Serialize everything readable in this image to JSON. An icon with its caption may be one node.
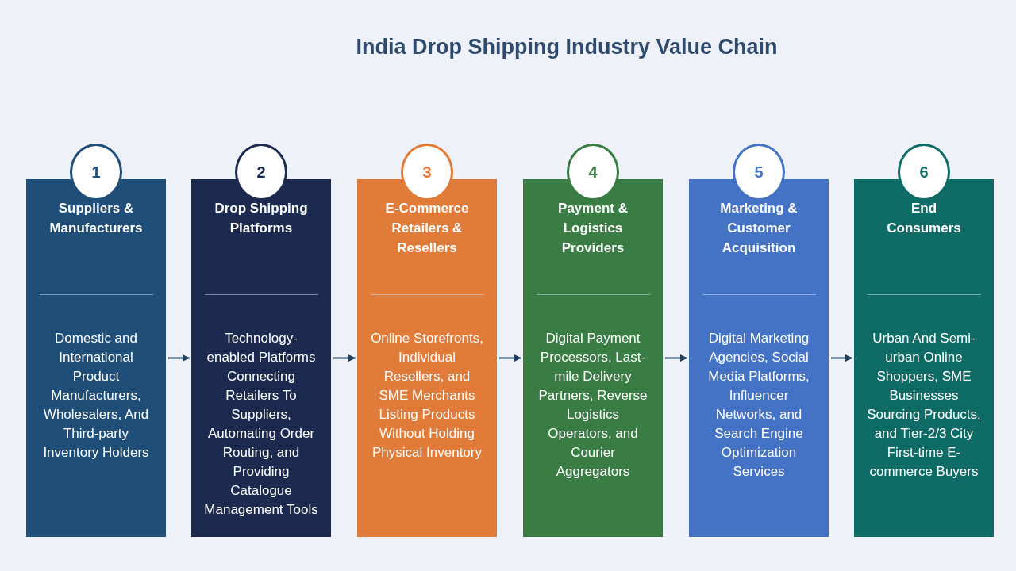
{
  "diagram": {
    "title": "India Drop Shipping Industry Value Chain",
    "nodes": [
      {
        "text": [
          "1"
        ]
      },
      {
        "text": [
          "Suppliers & Manufacturers",
          "Domestic and International Product Manufacturers, Wholesalers, And Third-party Inventory Holders"
        ]
      },
      {
        "text": [
          "2"
        ]
      },
      {
        "text": [
          "Drop Shipping Platforms",
          "Technology-enabled Platforms Connecting Retailers To Suppliers, Automating Order Routing, and Providing Catalogue Management Tools"
        ]
      },
      {
        "text": [
          "3"
        ]
      },
      {
        "text": [
          "E-Commerce Retailers & Resellers",
          "Online Storefronts, Individual Resellers, and SME Merchants Listing Products Without Holding Physical Inventory"
        ]
      },
      {
        "text": [
          "4"
        ]
      },
      {
        "text": [
          "Payment & Logistics Providers",
          "Digital Payment Processors, Last-mile Delivery Partners, Reverse Logistics Operators, and Courier Aggregators"
        ]
      },
      {
        "text": [
          "5"
        ]
      },
      {
        "text": [
          "Marketing & Customer Acquisition",
          "Digital Marketing Agencies, Social Media Platforms, Influencer Networks, and Search Engine Optimization Services"
        ]
      },
      {
        "text": [
          "6"
        ]
      },
      {
        "text": [
          "End Consumers",
          "Urban And Semi-urban Online Shoppers, SME Businesses Sourcing Products, and Tier-2/3 City First-time E-commerce Buyers"
        ]
      }
    ],
    "edges": [
      {
        "from": 1,
        "to": 3,
        "arrow": "to"
      },
      {
        "from": 3,
        "to": 5,
        "arrow": "to"
      },
      {
        "from": 5,
        "to": 7,
        "arrow": "to"
      },
      {
        "from": 7,
        "to": 9,
        "arrow": "to"
      },
      {
        "from": 9,
        "to": 11,
        "arrow": "to"
      }
    ]
  }
}
